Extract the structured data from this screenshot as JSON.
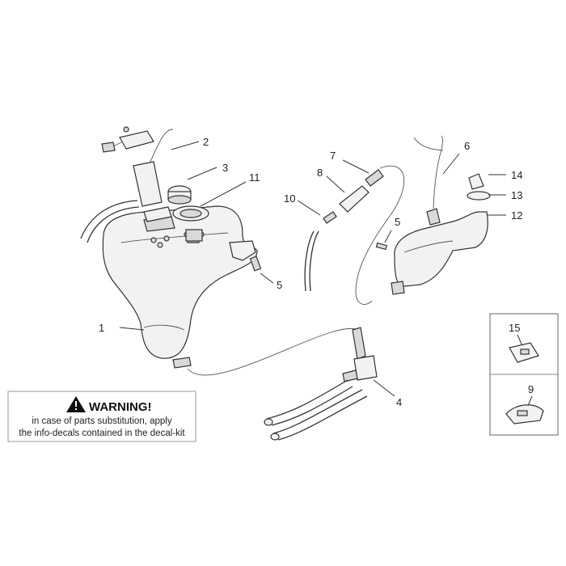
{
  "callouts": {
    "c1": "1",
    "c2": "2",
    "c3": "3",
    "c11": "11",
    "c5a": "5",
    "c10": "10",
    "c8": "8",
    "c7": "7",
    "c6": "6",
    "c5b": "5",
    "c14": "14",
    "c13": "13",
    "c12": "12",
    "c4": "4",
    "c15": "15",
    "c9": "9"
  },
  "warning": {
    "title": "WARNING!",
    "line1": "in case of parts substitution, apply",
    "line2": "the info-decals contained in the decal-kit"
  },
  "icons": {
    "warning": "warning-triangle-icon"
  }
}
